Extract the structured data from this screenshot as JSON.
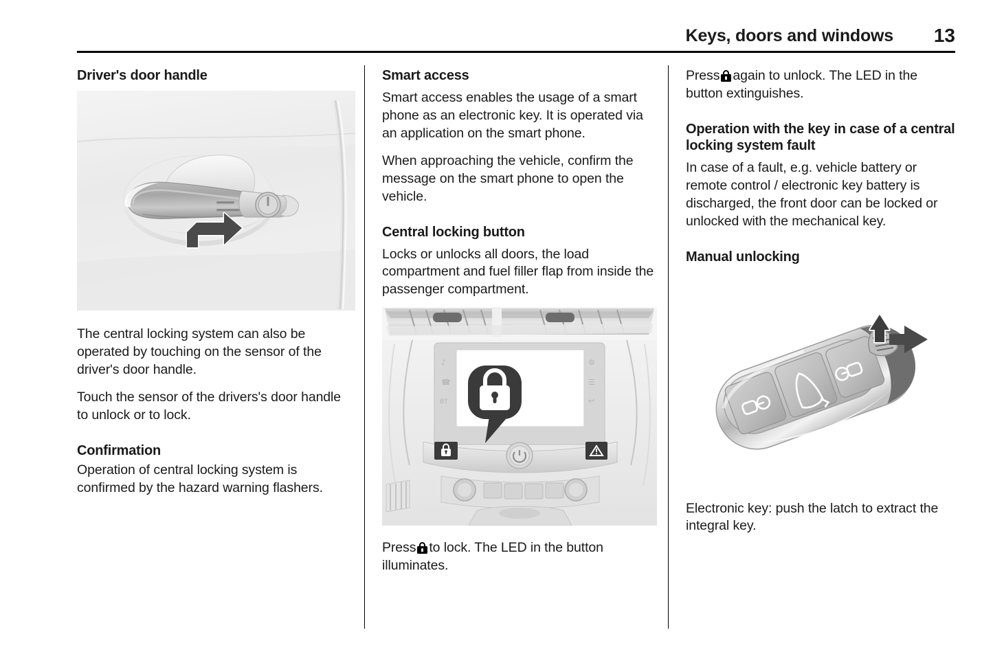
{
  "header": {
    "title": "Keys, doors and windows",
    "page_number": "13"
  },
  "column_1": {
    "heading_door_handle": "Driver's door handle",
    "figure_door_handle": {
      "name": "driver-door-handle-illustration",
      "description": "Car door exterior with chrome door handle, lock cylinder and arrow pointing at the sensor area"
    },
    "para_1": "The central locking system can also be operated by touching on the sensor of the driver's door handle.",
    "para_2": "Touch the sensor of the drivers's door handle to unlock or to lock.",
    "heading_confirmation": "Confirmation",
    "para_3": "Operation of central locking system is confirmed by the hazard warning flashers."
  },
  "column_2": {
    "heading_smart_access": "Smart access",
    "para_1": "Smart access enables the usage of a smart phone as an electronic key. It is operated via an application on the smart phone.",
    "para_2": "When approaching the vehicle, confirm the message on the smart phone to open the vehicle.",
    "heading_central_locking_button": "Central locking button",
    "para_3": "Locks or unlocks all doors, the load compartment and fuel filler flap from inside the passenger compartment.",
    "figure_dashboard": {
      "name": "centre-console-central-locking-button-illustration",
      "description": "Vehicle centre console with infotainment display, callout showing padlock symbol pointing to the central locking button"
    },
    "para_4_before": "Press",
    "para_4_after": "to lock. The LED in the button illuminates."
  },
  "column_3": {
    "para_1_before": "Press",
    "para_1_after": "again to unlock. The LED in the button extinguishes.",
    "heading_operation_fault": "Operation with the key in case of a central locking system fault",
    "para_2": "In case of a fault, e.g. vehicle battery or remote control / electronic key battery is discharged, the front door can be locked or unlocked with the mechanical key.",
    "heading_manual_unlocking": "Manual unlocking",
    "figure_key_fob": {
      "name": "electronic-key-illustration",
      "description": "Electronic key fob with unlock, tailgate and lock buttons, arrows showing how to push the latch and extract the integral key"
    },
    "para_3": "Electronic key: push the latch to extract the integral key."
  },
  "icons": {
    "inline_lock": "lock-icon",
    "screen_callout_lock": "padlock-callout-icon",
    "hazard_warning": "hazard-warning-triangle-icon",
    "power": "power-icon",
    "key_unlock": "unlock-door-icon",
    "key_tailgate": "tailgate-open-icon",
    "key_lock": "lock-door-icon"
  },
  "colors": {
    "text": "#1a1a1a",
    "rule": "#000000",
    "figure_bg_light": "#f0f0f0",
    "callout_dark": "#3a3a3a",
    "arrow_dark": "#4a4a4a"
  }
}
